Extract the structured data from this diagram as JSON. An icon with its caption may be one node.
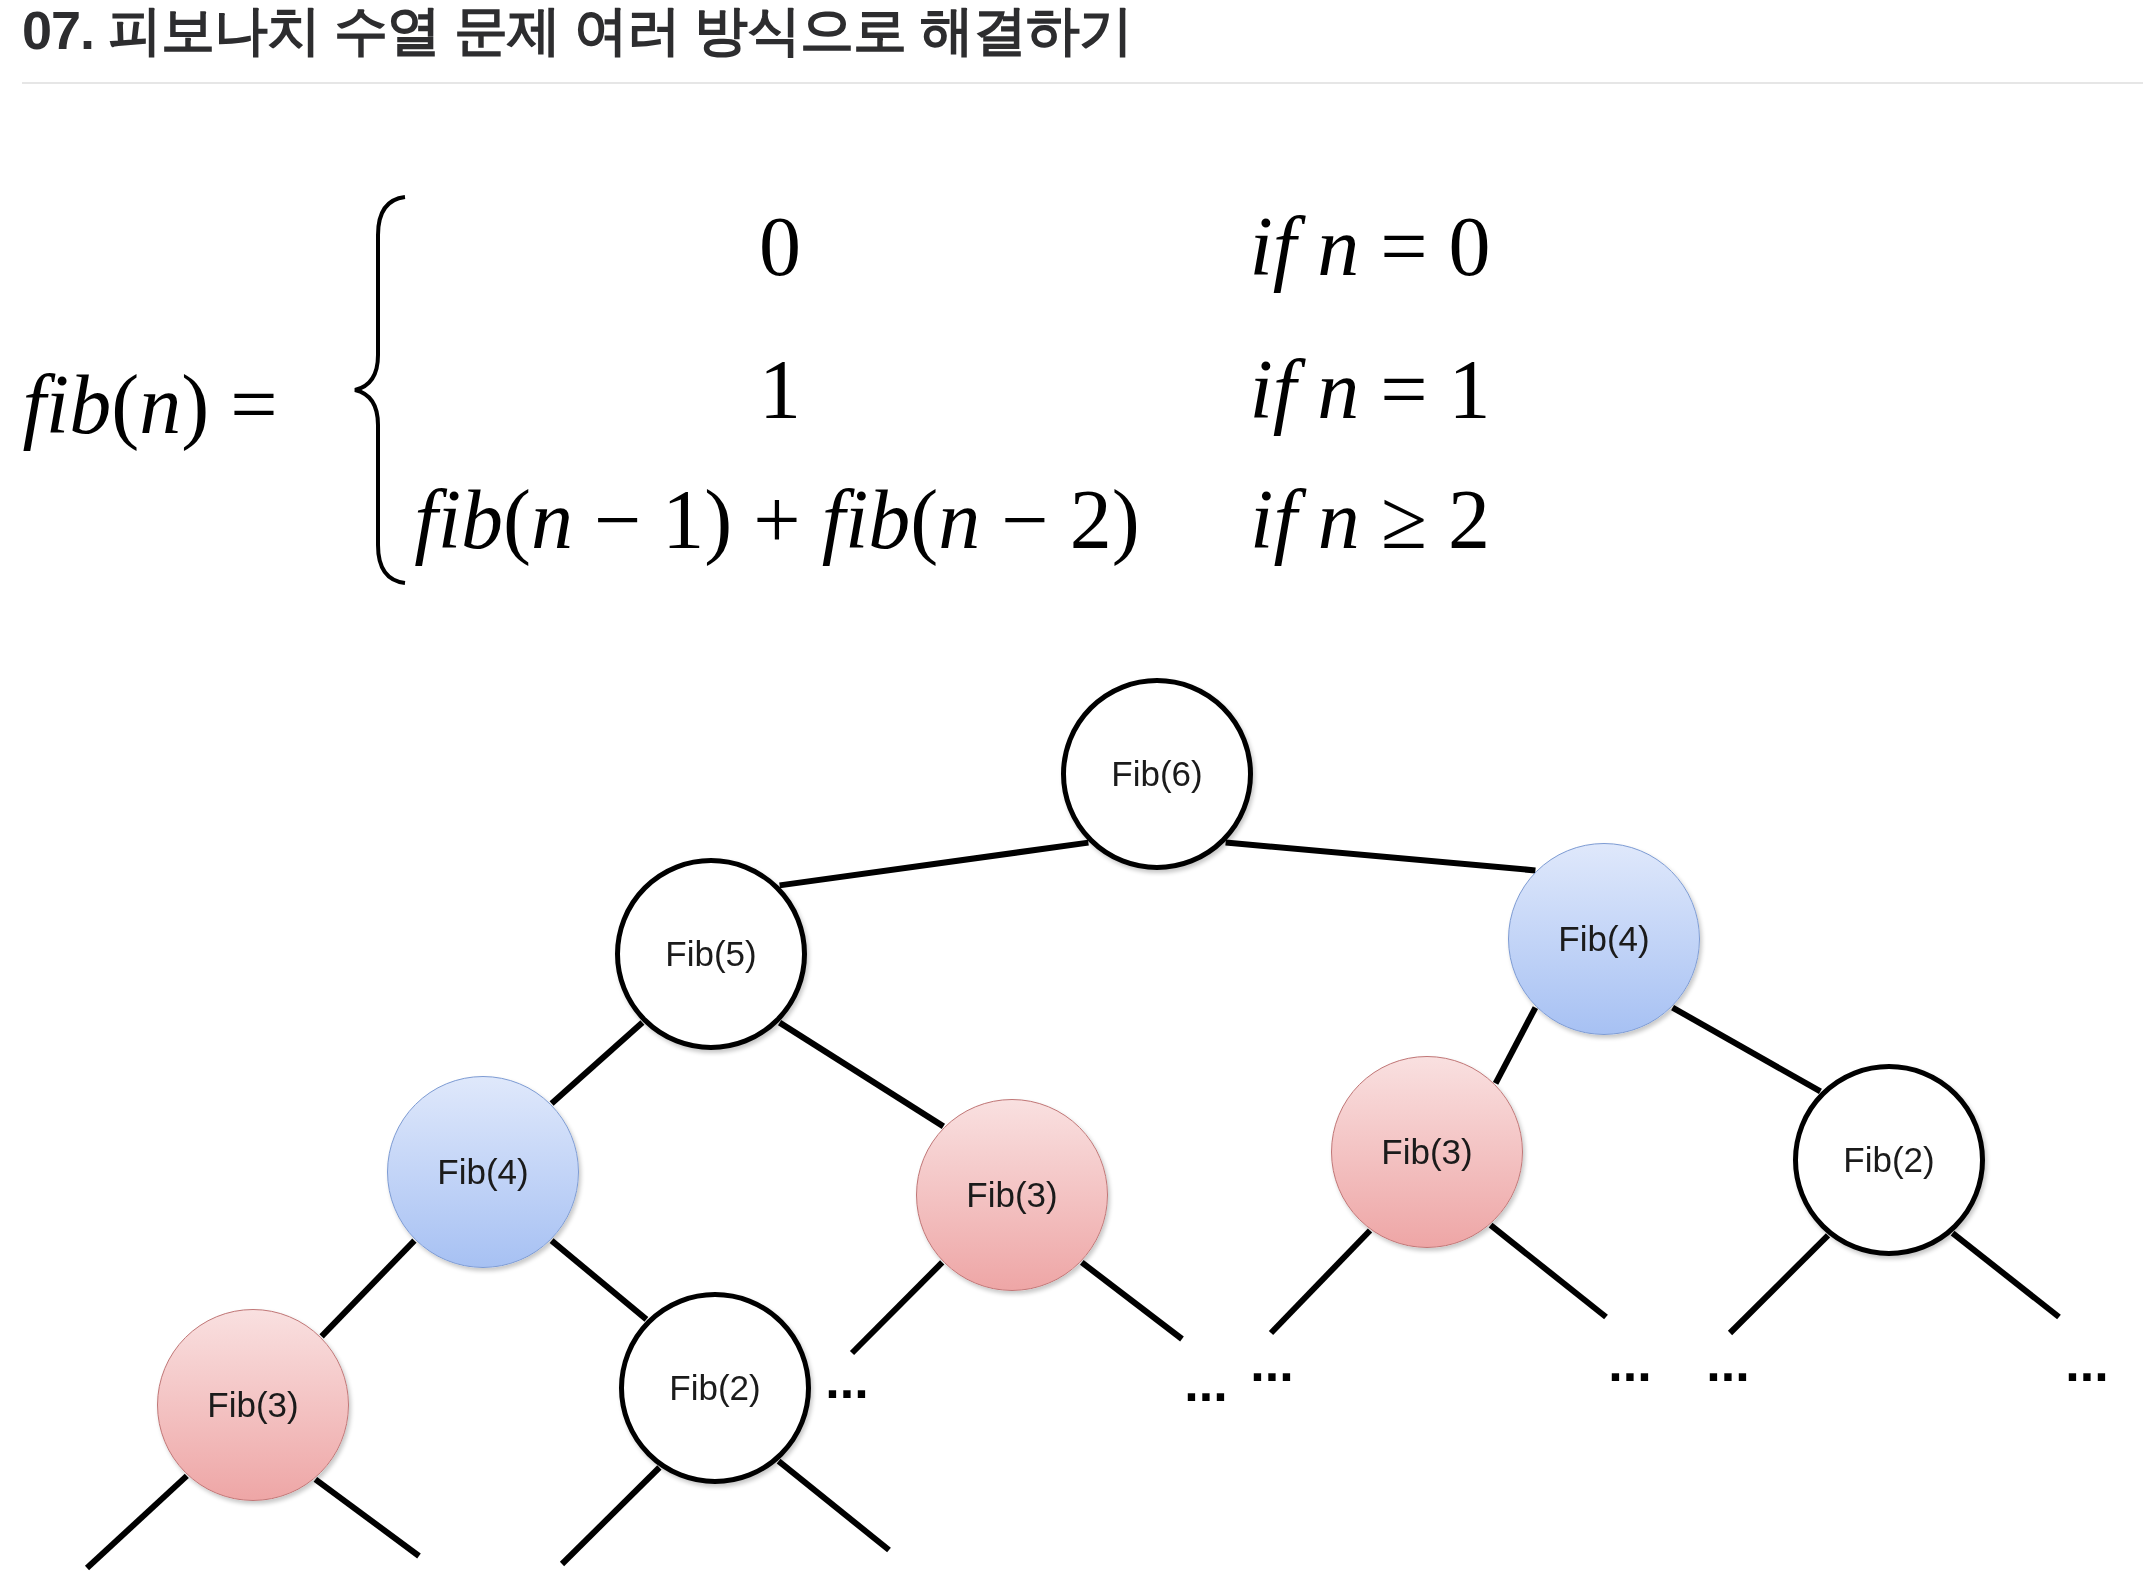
{
  "diagram": {
    "title": "07. 피보나치 수열 문제 여러 방식으로 해결하기",
    "nodes": [
      {
        "text": [
          "Fib(6)"
        ]
      },
      {
        "text": [
          "Fib(5)"
        ]
      },
      {
        "text": [
          "Fib(4)"
        ]
      },
      {
        "text": [
          "Fib(4)"
        ]
      },
      {
        "text": [
          "Fib(3)"
        ]
      },
      {
        "text": [
          "Fib(3)"
        ]
      },
      {
        "text": [
          "Fib(2)"
        ]
      },
      {
        "text": [
          "Fib(3)"
        ]
      },
      {
        "text": [
          "Fib(2)"
        ]
      }
    ],
    "edges": [
      {
        "from": 0,
        "to": 1,
        "arrow": "none"
      },
      {
        "from": 0,
        "to": 2,
        "arrow": "none"
      },
      {
        "from": 1,
        "to": 3,
        "arrow": "none"
      },
      {
        "from": 1,
        "to": 4,
        "arrow": "none"
      },
      {
        "from": 2,
        "to": 5,
        "arrow": "none"
      },
      {
        "from": 2,
        "to": 6,
        "arrow": "none"
      },
      {
        "from": 3,
        "to": 7,
        "arrow": "none"
      },
      {
        "from": 3,
        "to": 8,
        "arrow": "none"
      },
      {
        "from": 4,
        "to": null,
        "arrow": "none"
      },
      {
        "from": 4,
        "to": null,
        "arrow": "none"
      },
      {
        "from": 5,
        "to": null,
        "arrow": "none"
      },
      {
        "from": 5,
        "to": null,
        "arrow": "none"
      },
      {
        "from": 6,
        "to": null,
        "arrow": "none"
      },
      {
        "from": 6,
        "to": null,
        "arrow": "none"
      },
      {
        "from": 7,
        "to": null,
        "arrow": "none"
      },
      {
        "from": 7,
        "to": null,
        "arrow": "none"
      },
      {
        "from": 8,
        "to": null,
        "arrow": "none"
      },
      {
        "from": 8,
        "to": null,
        "arrow": "none"
      }
    ],
    "labels": [
      "*fib*(*n*) =",
      "0",
      "*if n* = 0",
      "1",
      "*if n* = 1",
      "*fib*(*n* − 1) + *fib*(*n* − 2)",
      "*if n* ≥ 2",
      "...",
      "...",
      "...",
      "...",
      "...",
      "..."
    ]
  }
}
